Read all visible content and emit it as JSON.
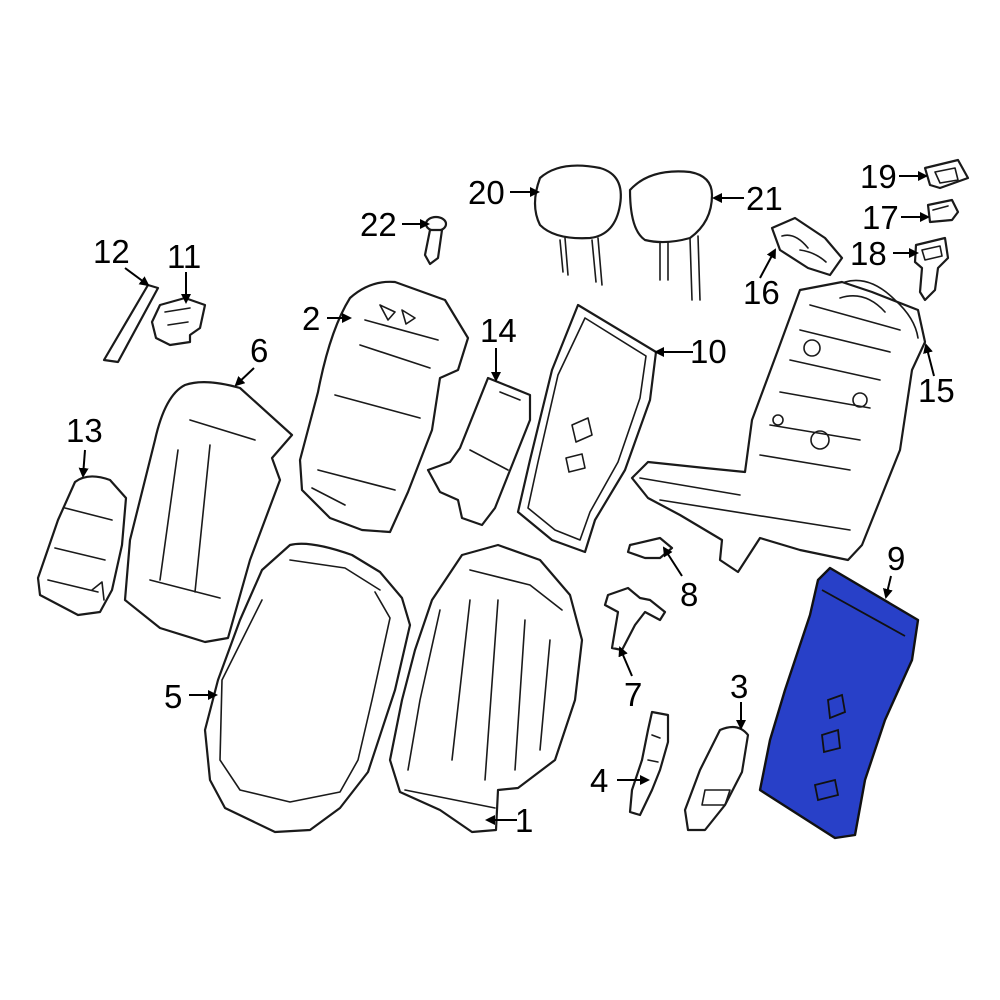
{
  "diagram": {
    "highlight_color": "#2840C8",
    "highlighted_part": "9",
    "callouts": [
      "1",
      "2",
      "3",
      "4",
      "5",
      "6",
      "7",
      "8",
      "9",
      "10",
      "11",
      "12",
      "13",
      "14",
      "15",
      "16",
      "17",
      "18",
      "19",
      "20",
      "21",
      "22"
    ]
  }
}
